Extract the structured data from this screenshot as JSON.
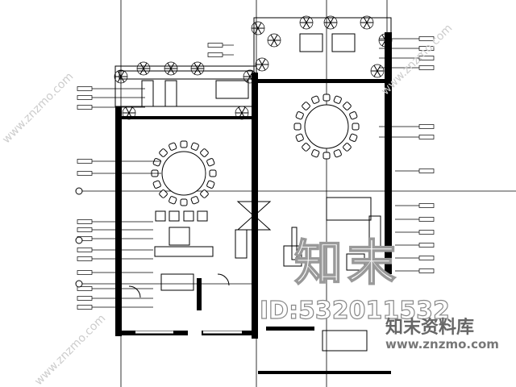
{
  "drawing": {
    "type": "floor-plan",
    "left_table_seats": 16,
    "right_table_seats": 16,
    "line_color": "#000000",
    "background": "#ffffff"
  },
  "watermark": {
    "brand": "知末",
    "id": "ID:532011532",
    "library": "知末资料库",
    "url": "www.znzmo.com",
    "diagonal": "www.znzmo.com",
    "color": "#999999"
  }
}
